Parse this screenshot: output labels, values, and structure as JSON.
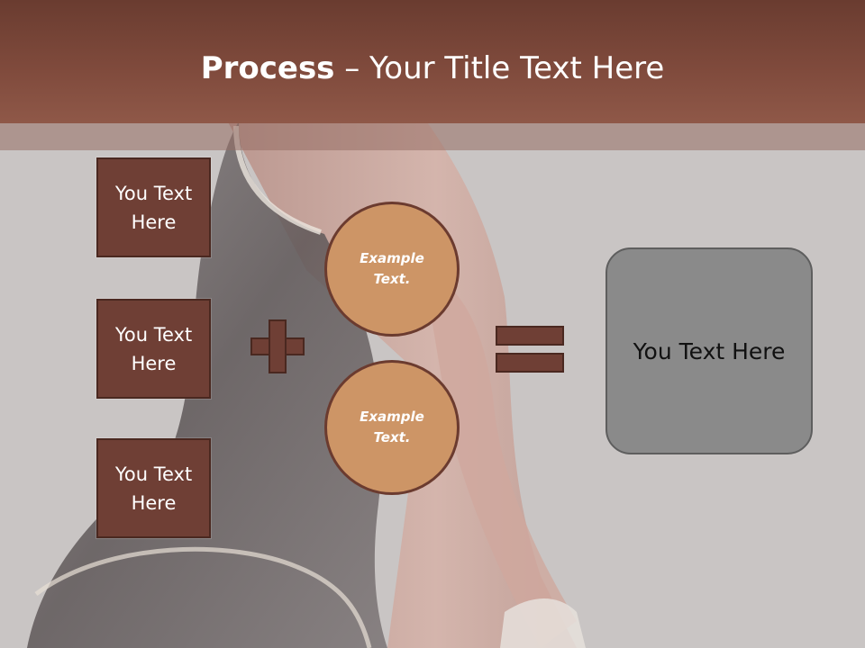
{
  "title": {
    "bold": "Process",
    "rest": " – Your Title Text Here"
  },
  "inputs": [
    {
      "label": "You Text Here"
    },
    {
      "label": "You Text Here"
    },
    {
      "label": "You Text Here"
    }
  ],
  "operands": [
    {
      "label": "Example Text."
    },
    {
      "label": "Example Text."
    }
  ],
  "result": {
    "label": "You Text Here"
  },
  "colors": {
    "title_bar": "#7f4a3c",
    "box": "#6f3f35",
    "circle": "#cd9566",
    "result_box": "#8a8a8a",
    "background": "#c9c5c4"
  }
}
